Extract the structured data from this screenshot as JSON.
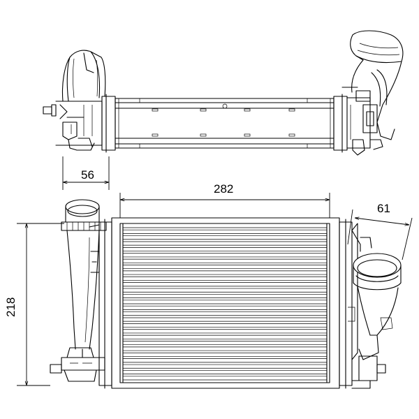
{
  "dimensions": {
    "inlet_width": "56",
    "core_width": "282",
    "outlet_width": "61",
    "height": "218"
  },
  "view_top": {
    "label": ""
  },
  "view_front": {
    "label": ""
  },
  "colors": {
    "line": "#000000",
    "background": "#ffffff"
  }
}
